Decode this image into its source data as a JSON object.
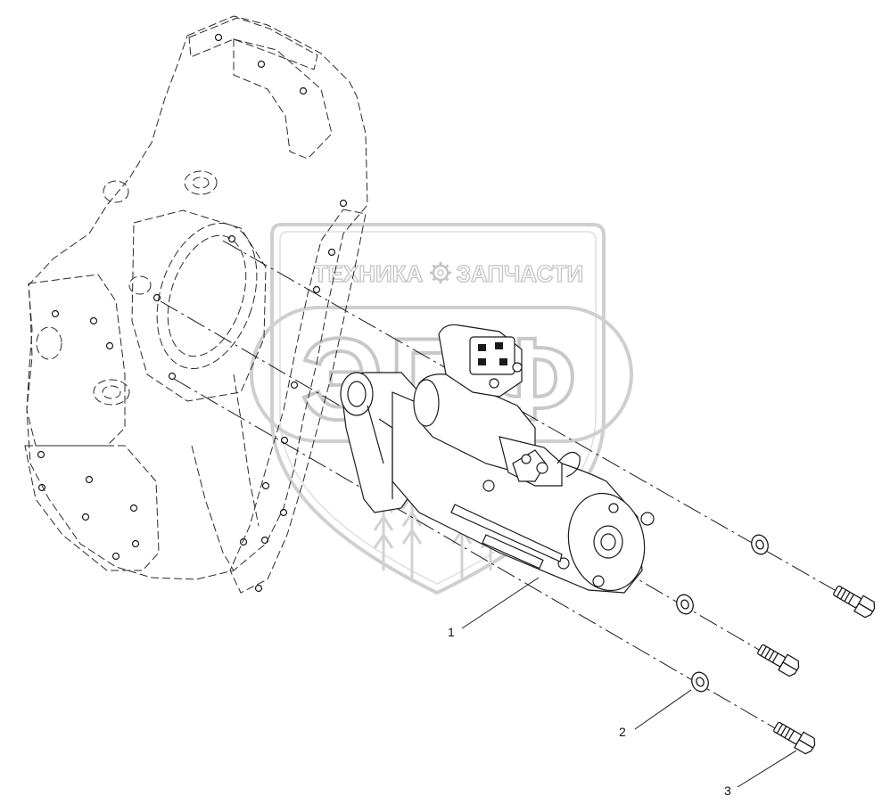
{
  "watermark": {
    "word_left": "ТЕХНИКА",
    "word_right": "ЗАПЧАСТИ",
    "monogram": "ЭПФ",
    "gear_icon": "gear-icon",
    "color": "#c4c4c4"
  },
  "callouts": [
    {
      "id": "1",
      "label": "1"
    },
    {
      "id": "2",
      "label": "2"
    },
    {
      "id": "3",
      "label": "3"
    }
  ],
  "colors": {
    "line": "#1a1a1a",
    "housing_line": "#2a2a2a",
    "background": "#ffffff"
  }
}
